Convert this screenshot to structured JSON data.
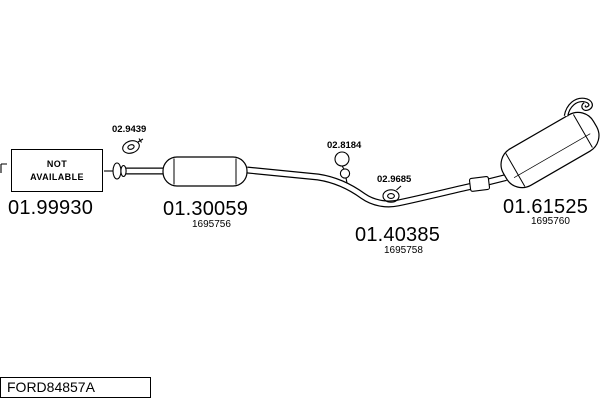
{
  "colors": {
    "background": "#ffffff",
    "ink": "#000000"
  },
  "footer": {
    "code": "FORD84857A"
  },
  "not_available": {
    "line1": "NOT",
    "line2": "AVAILABLE"
  },
  "parts": {
    "front_pipe": {
      "code": "01.99930"
    },
    "front_clamp": {
      "code": "02.9439"
    },
    "centre_muffler": {
      "code": "01.30059",
      "ref": "1695756"
    },
    "hanger": {
      "code": "02.8184"
    },
    "mid_clamp": {
      "code": "02.9685"
    },
    "centre_pipe": {
      "code": "01.40385",
      "ref": "1695758"
    },
    "rear_muffler": {
      "code": "01.61525",
      "ref": "1695760"
    }
  }
}
